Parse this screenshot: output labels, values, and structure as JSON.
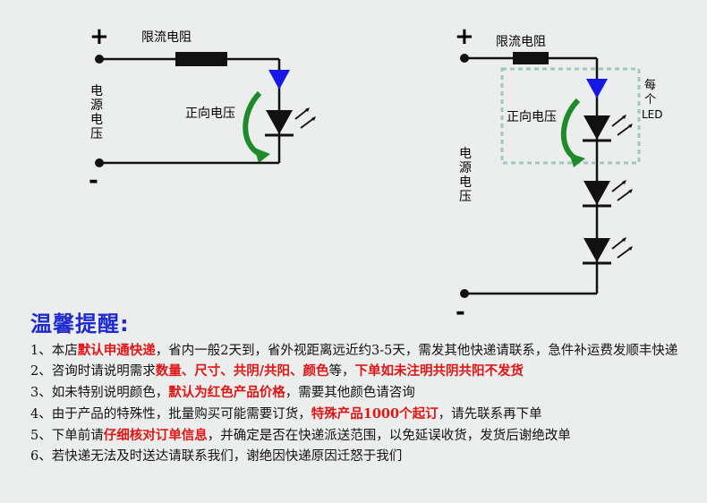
{
  "diagram_left": {
    "plus": "+",
    "minus": "-",
    "resistor_label": "限流电阻",
    "forward_voltage_label": "正向电压",
    "power_chars": [
      "电",
      "源",
      "电",
      "压"
    ]
  },
  "diagram_right": {
    "plus": "+",
    "minus": "-",
    "resistor_label": "限流电阻",
    "forward_voltage_label": "正向电压",
    "per_led_chars": [
      "每",
      "个",
      "LED"
    ],
    "power_chars": [
      "电",
      "源",
      "电",
      "压"
    ]
  },
  "colors": {
    "blue_arrow": "#1818e6",
    "green_arrow": "#1f8a2a",
    "dashed_box": "#9fc7bf",
    "title_blue": "#1f2bd0",
    "highlight_red": "#e01515"
  },
  "notice": {
    "title": "温馨提醒:",
    "items": [
      {
        "segments": [
          {
            "text": "1、本店",
            "style": "plain"
          },
          {
            "text": "默认申通快递",
            "style": "hl"
          },
          {
            "text": "，省内一般2天到，省外视距离远近约3",
            "style": "plain"
          },
          {
            "text": "-",
            "style": "plain"
          },
          {
            "text": "5天，需发其他快递请联系，急件补运费发顺丰快递",
            "style": "plain"
          }
        ]
      },
      {
        "segments": [
          {
            "text": "2、咨询时请说明需求",
            "style": "plain"
          },
          {
            "text": "数量、尺寸、共阴/共阳、颜色",
            "style": "hl"
          },
          {
            "text": "等，",
            "style": "plain"
          },
          {
            "text": "下单如未注明共阴共阳不发货",
            "style": "hl"
          }
        ]
      },
      {
        "segments": [
          {
            "text": "3、如未特别说明颜色，",
            "style": "plain"
          },
          {
            "text": "默认为红色产品价格",
            "style": "hl"
          },
          {
            "text": "，需要其他颜色请咨询",
            "style": "plain"
          }
        ]
      },
      {
        "segments": [
          {
            "text": "4、由于产品的特殊性，批量购买可能需要订货，",
            "style": "plain"
          },
          {
            "text": "特殊产品1000个起订",
            "style": "hl"
          },
          {
            "text": "，请先联系再下单",
            "style": "plain"
          }
        ]
      },
      {
        "segments": [
          {
            "text": "5、下单前请",
            "style": "plain"
          },
          {
            "text": "仔细核对订单信息",
            "style": "hl"
          },
          {
            "text": "，并确定是否在快递派送范围，以免延误收货，发货后谢绝改单",
            "style": "plain"
          }
        ]
      },
      {
        "segments": [
          {
            "text": "6、若快递无法及时送达请联系我们，谢绝因快递原因迁怒于我们",
            "style": "plain"
          }
        ]
      }
    ]
  }
}
